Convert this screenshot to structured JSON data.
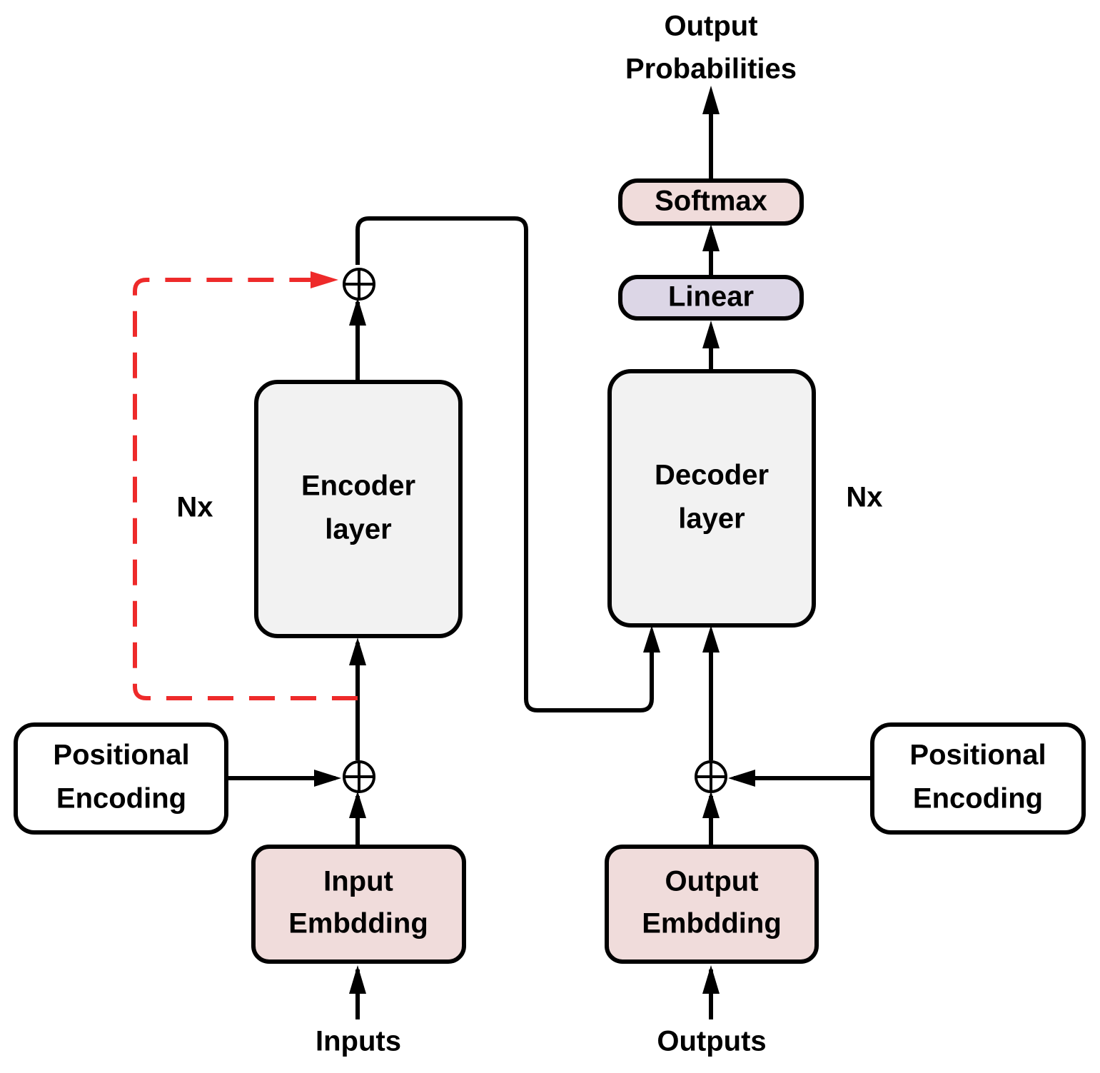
{
  "colors": {
    "stroke": "#000000",
    "recurrence_arrow": "#ee2a2a",
    "embedding_fill": "#f0dcdb",
    "layer_fill": "#f2f2f2",
    "linear_fill": "#dcd6e6",
    "softmax_fill": "#f0dcdb",
    "positional_fill": "#ffffff"
  },
  "encoder": {
    "input_label": "Inputs",
    "embedding_line1": "Input",
    "embedding_line2": "Embdding",
    "positional_line1": "Positional",
    "positional_line2": "Encoding",
    "layer_line1": "Encoder",
    "layer_line2": "layer",
    "repeat_label": "Nx"
  },
  "decoder": {
    "input_label": "Outputs",
    "embedding_line1": "Output",
    "embedding_line2": "Embdding",
    "positional_line1": "Positional",
    "positional_line2": "Encoding",
    "layer_line1": "Decoder",
    "layer_line2": "layer",
    "repeat_label": "Nx"
  },
  "head": {
    "linear_label": "Linear",
    "softmax_label": "Softmax",
    "output_line1": "Output",
    "output_line2": "Probabilities"
  }
}
